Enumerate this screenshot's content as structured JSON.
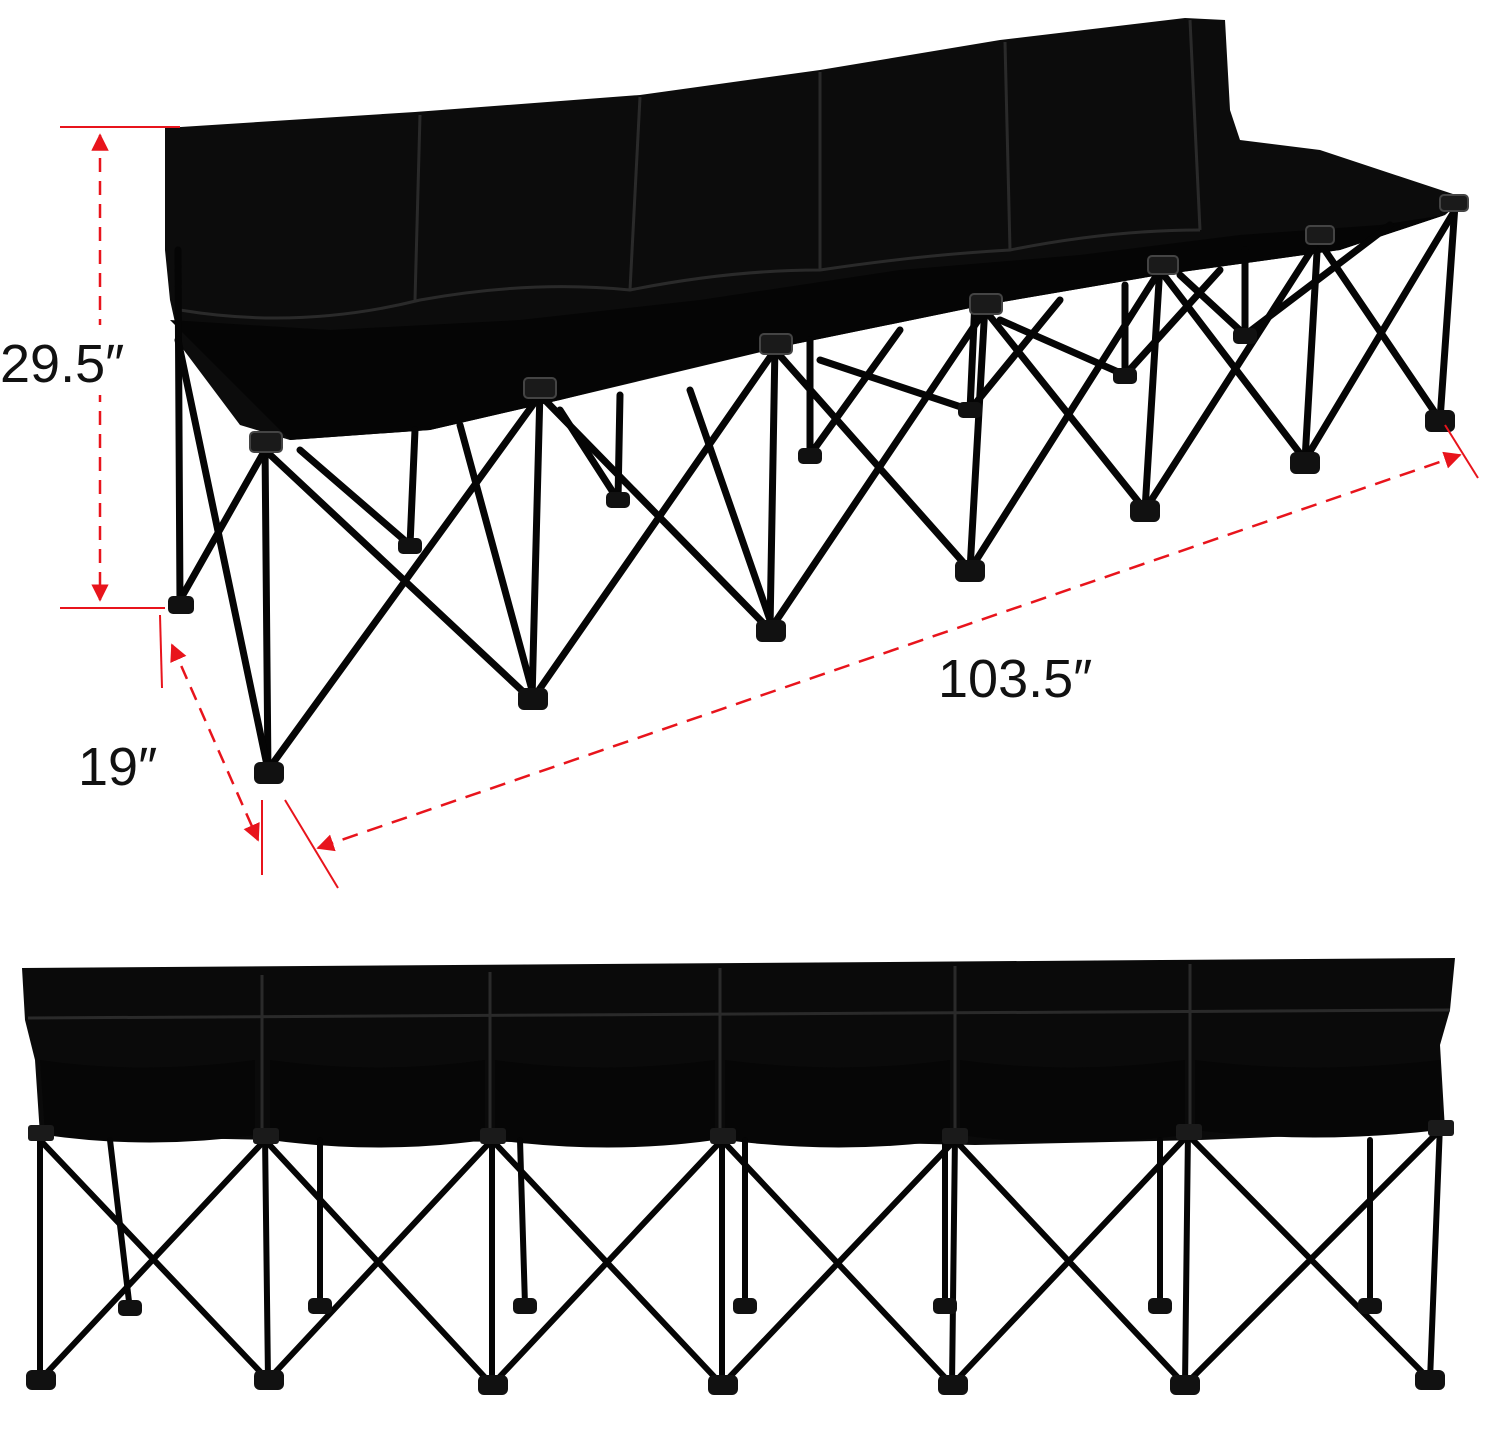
{
  "dimensions": {
    "height_label": "29.5″",
    "depth_label": "19″",
    "length_label": "103.5″"
  },
  "colors": {
    "dimension_line": "#e8141c",
    "bench_fabric": "#0a0a0a",
    "frame": "#050505",
    "background": "#ffffff"
  },
  "views": {
    "top_view": "perspective-bench",
    "bottom_view": "front-bench"
  },
  "seat_count": 6
}
